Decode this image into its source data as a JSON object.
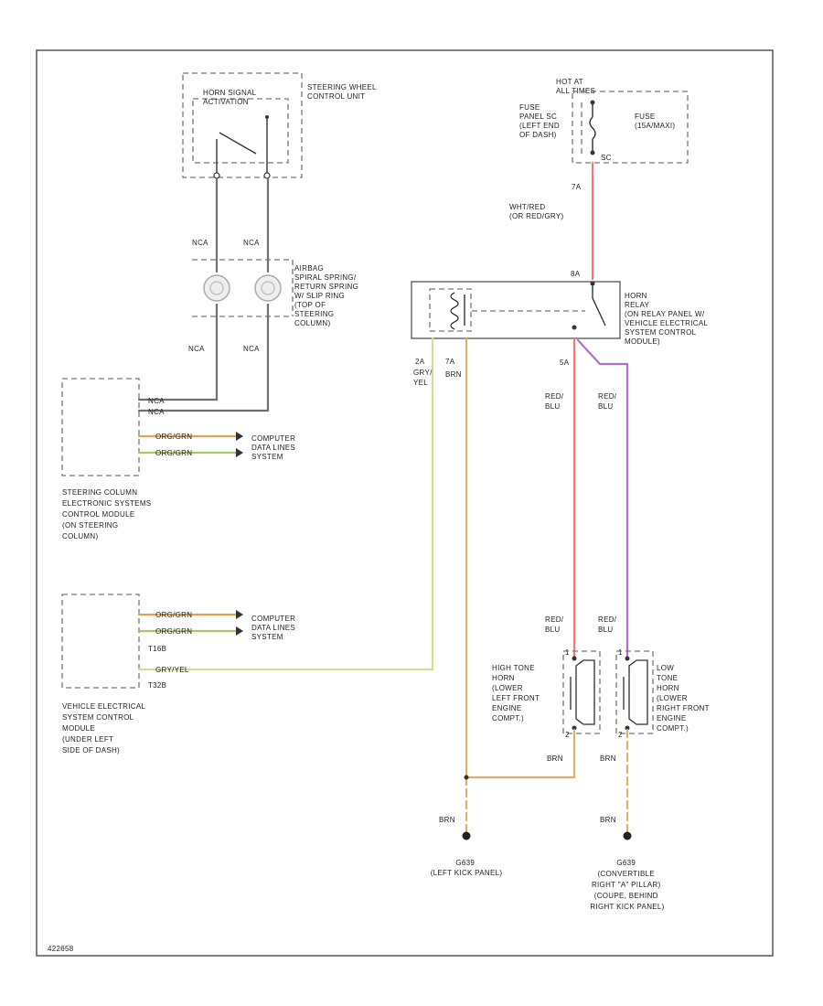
{
  "colors": {
    "gray": "#707070",
    "red": "#f07878",
    "violet": "#b070c8",
    "brown": "#d8b468",
    "gray_yellow": "#d6dc96",
    "orange": "#e8a050",
    "green": "#a8c860",
    "black": "#333333"
  },
  "steering_wheel_control_unit": {
    "switch_label": [
      "HORN SIGNAL",
      "ACTIVATION"
    ],
    "label": [
      "STEERING WHEEL",
      "CONTROL UNIT"
    ]
  },
  "airbag_spring": {
    "label": [
      "AIRBAG",
      "SPIRAL SPRING/",
      "RETURN SPRING",
      "W/ SLIP RING",
      "(TOP OF",
      "STEERING",
      "COLUMN)"
    ]
  },
  "wire_nca_labels": [
    "NCA",
    "NCA",
    "NCA",
    "NCA"
  ],
  "steering_column_module": {
    "pins": [
      "NCA",
      "NCA",
      "ORG/GRN",
      "ORG/GRN"
    ],
    "data_label": [
      "COMPUTER",
      "DATA LINES",
      "SYSTEM"
    ],
    "label": [
      "STEERING COLUMN",
      "ELECTRONIC SYSTEMS",
      "CONTROL MODULE",
      "(ON STEERING",
      "COLUMN)"
    ]
  },
  "vehicle_electrical_module": {
    "pins": [
      "ORG/GRN",
      "ORG/GRN",
      "GRY/YEL"
    ],
    "conn_labels": [
      "T16B",
      "T32B"
    ],
    "data_label": [
      "COMPUTER",
      "DATA LINES",
      "SYSTEM"
    ],
    "label": [
      "VEHICLE ELECTRICAL",
      "SYSTEM CONTROL",
      "MODULE",
      "(UNDER LEFT",
      "SIDE OF DASH)"
    ]
  },
  "hot_at": [
    "HOT AT",
    "ALL TIMES"
  ],
  "fuse_panel": {
    "label": [
      "FUSE",
      "PANEL SC",
      "(LEFT END",
      "OF DASH)"
    ],
    "fuse_label": [
      "FUSE",
      "(15A/MAXI)"
    ],
    "pin": "SC"
  },
  "fuse_wire": {
    "pin_top": "7A",
    "color": [
      "WHT/RED",
      "(OR RED/GRY)"
    ],
    "pin_relay": "8A"
  },
  "horn_relay": {
    "label": [
      "HORN",
      "RELAY",
      "(ON RELAY PANEL W/",
      "VEHICLE ELECTRICAL",
      "SYSTEM CONTROL",
      "MODULE)"
    ],
    "pin_left1": "2A",
    "color_left1": [
      "GRY/",
      "YEL"
    ],
    "pin_left2": "7A",
    "color_left2": "BRN",
    "pin_out": "5A"
  },
  "relay_out_wires": {
    "left_color": [
      "RED/",
      "BLU"
    ],
    "right_color": [
      "RED/",
      "BLU"
    ]
  },
  "horn_inputs": {
    "left_color": [
      "RED/",
      "BLU"
    ],
    "right_color": [
      "RED/",
      "BLU"
    ],
    "left_pin": "1",
    "right_pin": "1"
  },
  "high_horn": {
    "label": [
      "HIGH TONE",
      "HORN",
      "(LOWER",
      "LEFT FRONT",
      "ENGINE",
      "COMPT.)"
    ],
    "pin2": "2",
    "ground_color": "BRN"
  },
  "low_horn": {
    "label": [
      "LOW",
      "TONE",
      "HORN",
      "(LOWER",
      "RIGHT FRONT",
      "ENGINE",
      "COMPT.)"
    ],
    "pin2": "2",
    "ground_color": "BRN"
  },
  "ground_left": {
    "wire": "BRN",
    "label": [
      "G639",
      "(LEFT KICK PANEL)"
    ]
  },
  "ground_right": {
    "wire": "BRN",
    "label": [
      "G639",
      "(CONVERTIBLE",
      "RIGHT \"A\" PILLAR)",
      "(COUPE, BEHIND",
      "RIGHT KICK PANEL)"
    ]
  },
  "corner_code": "422658"
}
